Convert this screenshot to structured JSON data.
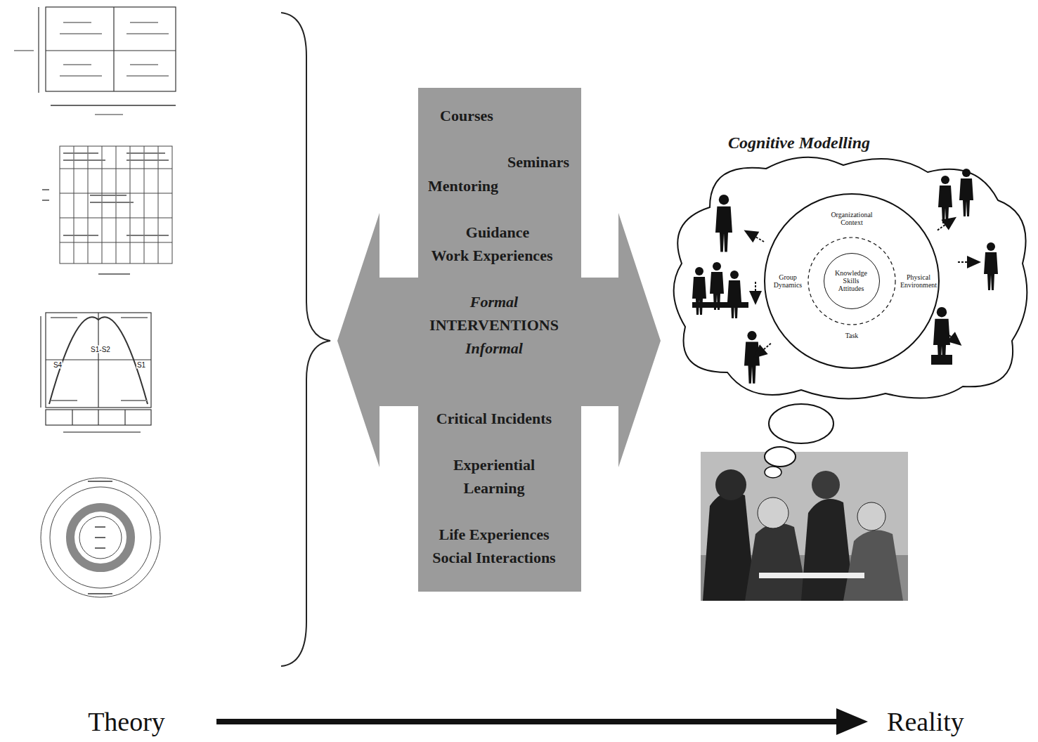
{
  "diagram": {
    "nodes": [
      {
        "text": [
          "Courses",
          "Seminars",
          "Mentoring",
          "Guidance",
          "Work Experiences",
          "Formal",
          "INTERVENTIONS",
          "Informal",
          "Critical Incidents",
          "Experiential Learning",
          "Life Experiences",
          "Social Interactions"
        ]
      },
      {
        "text": [
          "Cognitive Modelling"
        ]
      },
      {
        "text": [
          "Organizational Context",
          "Group Dynamics",
          "Physical Environment",
          "Task"
        ],
        "in": 1
      },
      {
        "text": [
          "Knowledge Skills Attitudes"
        ],
        "in": 2
      }
    ],
    "labels": [
      "S1-S2",
      "S4",
      "S1",
      "Theory",
      "Reality"
    ]
  }
}
